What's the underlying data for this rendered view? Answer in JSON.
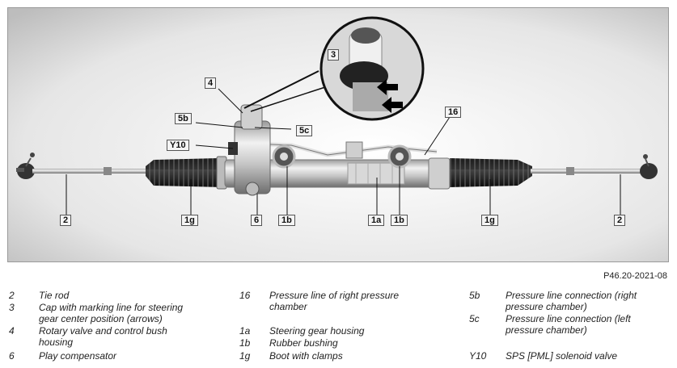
{
  "figure": {
    "callouts": {
      "c3": "3",
      "c4": "4",
      "c5b": "5b",
      "c5c": "5c",
      "cY10": "Y10",
      "c16": "16",
      "c2l": "2",
      "c1gl": "1g",
      "c6": "6",
      "c1bl": "1b",
      "c1a": "1a",
      "c1br": "1b",
      "c1gr": "1g",
      "c2r": "2"
    },
    "reference": "P46.20-2021-08"
  },
  "legend": {
    "col1": [
      {
        "code": "2",
        "desc": "Tie rod"
      },
      {
        "code": "3",
        "desc": "Cap with marking line for steering gear center position (arrows)"
      },
      {
        "code": "4",
        "desc": "Rotary valve and control bush housing"
      },
      {
        "code": "6",
        "desc": "Play compensator"
      }
    ],
    "col2": [
      {
        "code": "16",
        "desc": "Pressure line of right pressure chamber"
      },
      {
        "code": "1a",
        "desc": "Steering gear housing"
      },
      {
        "code": "1b",
        "desc": "Rubber bushing"
      },
      {
        "code": "1g",
        "desc": "Boot with clamps"
      }
    ],
    "col3": [
      {
        "code": "5b",
        "desc": "Pressure line connection (right pressure chamber)"
      },
      {
        "code": "5c",
        "desc": "Pressure line connection (left pressure chamber)"
      },
      {
        "code": "Y10",
        "desc": "SPS [PML] solenoid valve"
      }
    ]
  }
}
